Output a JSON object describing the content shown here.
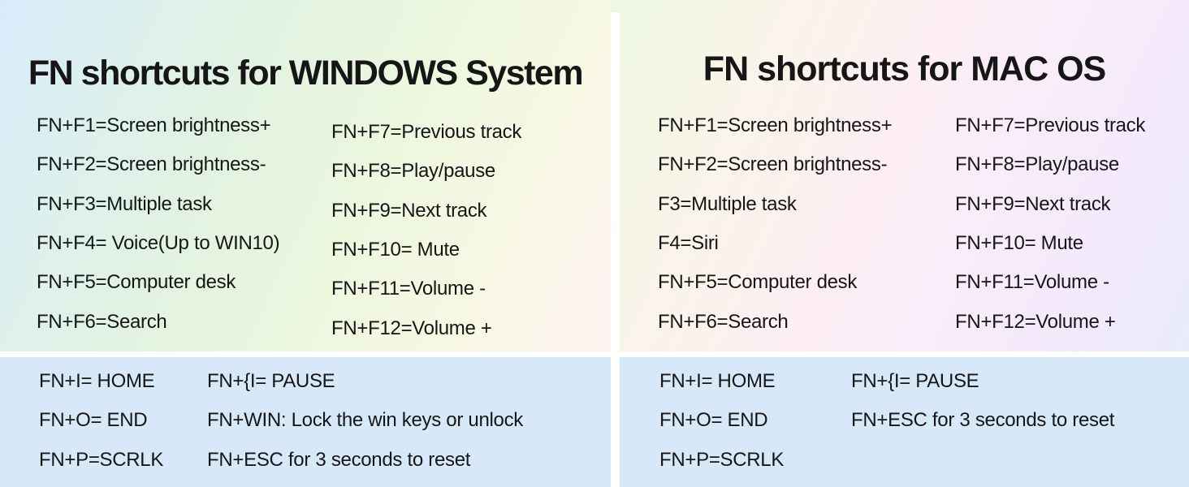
{
  "panels": [
    {
      "title": "FN shortcuts for WINDOWS System",
      "fn_col1": [
        "FN+F1=Screen brightness+",
        "FN+F2=Screen brightness-",
        "FN+F3=Multiple task",
        "FN+F4= Voice(Up to WIN10)",
        "FN+F5=Computer desk",
        "FN+F6=Search"
      ],
      "fn_col2": [
        "FN+F7=Previous track",
        "FN+F8=Play/pause",
        "FN+F9=Next track",
        "FN+F10= Mute",
        "FN+F11=Volume -",
        "FN+F12=Volume +"
      ],
      "extra_col1": [
        "FN+I= HOME",
        "FN+O= END",
        "FN+P=SCRLK"
      ],
      "extra_col2": [
        "FN+{I= PAUSE",
        "FN+WIN: Lock the win keys or unlock",
        "FN+ESC for 3 seconds to reset"
      ]
    },
    {
      "title": "FN shortcuts for MAC OS",
      "fn_col1": [
        "FN+F1=Screen brightness+",
        "FN+F2=Screen brightness-",
        "F3=Multiple task",
        "F4=Siri",
        "FN+F5=Computer desk",
        "FN+F6=Search"
      ],
      "fn_col2": [
        "FN+F7=Previous track",
        "FN+F8=Play/pause",
        "FN+F9=Next track",
        "FN+F10= Mute",
        "FN+F11=Volume -",
        "FN+F12=Volume +"
      ],
      "extra_col1": [
        "FN+I= HOME",
        "FN+O= END",
        "FN+P=SCRLK"
      ],
      "extra_col2": [
        "FN+{I= PAUSE",
        "FN+ESC for 3 seconds to reset"
      ]
    }
  ],
  "colors": {
    "text": "#161616",
    "divider_white": "#ffffff",
    "bottom_section_blue": "#d7e9f9",
    "gradient_left": [
      "#d7ecfc",
      "#e2f3e2",
      "#ecf7de",
      "#f6f8e3",
      "#fdeff4"
    ],
    "gradient_right": [
      "#edf8e2",
      "#fdeff3",
      "#faedfa",
      "#f2e9fb",
      "#e3edfa"
    ]
  }
}
